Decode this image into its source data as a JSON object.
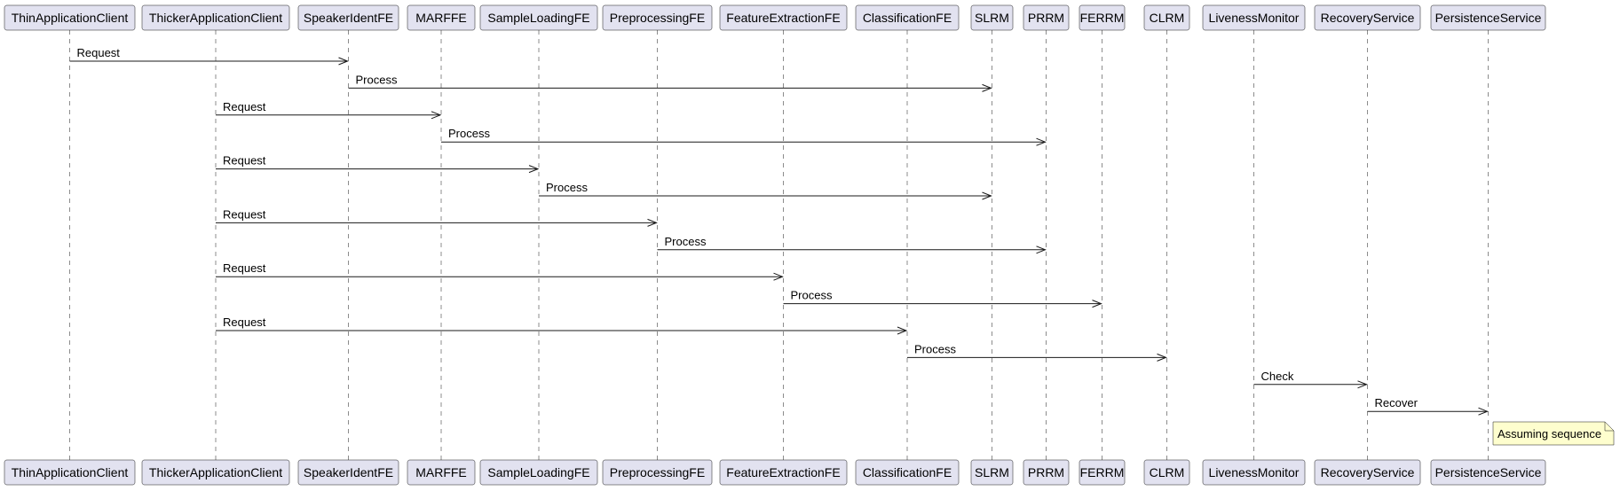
{
  "diagram": {
    "type": "sequence",
    "participants": [
      "ThinApplicationClient",
      "ThickerApplicationClient",
      "SpeakerIdentFE",
      "MARFFE",
      "SampleLoadingFE",
      "PreprocessingFE",
      "FeatureExtractionFE",
      "ClassificationFE",
      "SLRM",
      "PRRM",
      "FERRM",
      "CLRM",
      "LivenessMonitor",
      "RecoveryService",
      "PersistenceService"
    ],
    "messages": [
      {
        "from": "ThinApplicationClient",
        "to": "SpeakerIdentFE",
        "label": "Request"
      },
      {
        "from": "SpeakerIdentFE",
        "to": "SLRM",
        "label": "Process"
      },
      {
        "from": "ThickerApplicationClient",
        "to": "MARFFE",
        "label": "Request"
      },
      {
        "from": "MARFFE",
        "to": "PRRM",
        "label": "Process"
      },
      {
        "from": "ThickerApplicationClient",
        "to": "SampleLoadingFE",
        "label": "Request"
      },
      {
        "from": "SampleLoadingFE",
        "to": "SLRM",
        "label": "Process"
      },
      {
        "from": "ThickerApplicationClient",
        "to": "PreprocessingFE",
        "label": "Request"
      },
      {
        "from": "PreprocessingFE",
        "to": "PRRM",
        "label": "Process"
      },
      {
        "from": "ThickerApplicationClient",
        "to": "FeatureExtractionFE",
        "label": "Request"
      },
      {
        "from": "FeatureExtractionFE",
        "to": "FERRM",
        "label": "Process"
      },
      {
        "from": "ThickerApplicationClient",
        "to": "ClassificationFE",
        "label": "Request"
      },
      {
        "from": "ClassificationFE",
        "to": "CLRM",
        "label": "Process"
      },
      {
        "from": "LivenessMonitor",
        "to": "RecoveryService",
        "label": "Check"
      },
      {
        "from": "RecoveryService",
        "to": "PersistenceService",
        "label": "Recover"
      }
    ],
    "note": {
      "participant": "PersistenceService",
      "position": "right",
      "text": "Assuming sequence"
    },
    "colors": {
      "participant_fill": "#e2e2f0",
      "border": "#181818",
      "note_fill": "#fefece"
    }
  }
}
